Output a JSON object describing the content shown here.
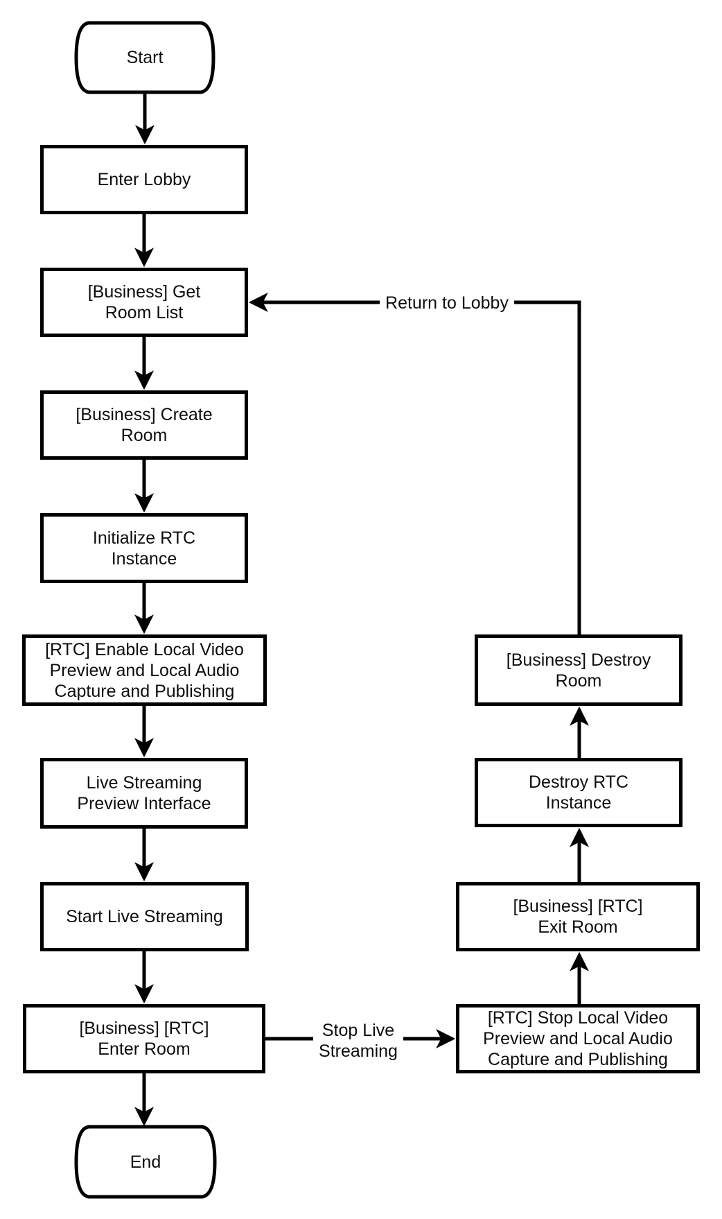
{
  "nodes": {
    "start": {
      "label": "Start"
    },
    "enter_lobby": {
      "label": "Enter Lobby"
    },
    "get_room_list": {
      "label": "[Business] Get\nRoom List"
    },
    "create_room": {
      "label": "[Business] Create\nRoom"
    },
    "initialize_rtc": {
      "label": "Initialize RTC\nInstance"
    },
    "enable_local_media": {
      "label": "[RTC] Enable Local Video\nPreview and Local Audio\nCapture and Publishing"
    },
    "live_preview": {
      "label": "Live Streaming\nPreview Interface"
    },
    "start_live": {
      "label": "Start Live Streaming"
    },
    "enter_room": {
      "label": "[Business] [RTC]\nEnter Room"
    },
    "end": {
      "label": "End"
    },
    "destroy_room": {
      "label": "[Business] Destroy\nRoom"
    },
    "destroy_rtc": {
      "label": "Destroy RTC\nInstance"
    },
    "exit_room": {
      "label": "[Business] [RTC]\nExit Room"
    },
    "stop_local_media": {
      "label": "[RTC] Stop Local Video\nPreview and Local Audio\nCapture and Publishing"
    }
  },
  "edge_labels": {
    "stop_live_streaming": "Stop Live\nStreaming",
    "return_to_lobby": "Return to Lobby"
  },
  "colors": {
    "stroke": "#000000",
    "background": "#ffffff",
    "text": "#0d0d0d"
  }
}
